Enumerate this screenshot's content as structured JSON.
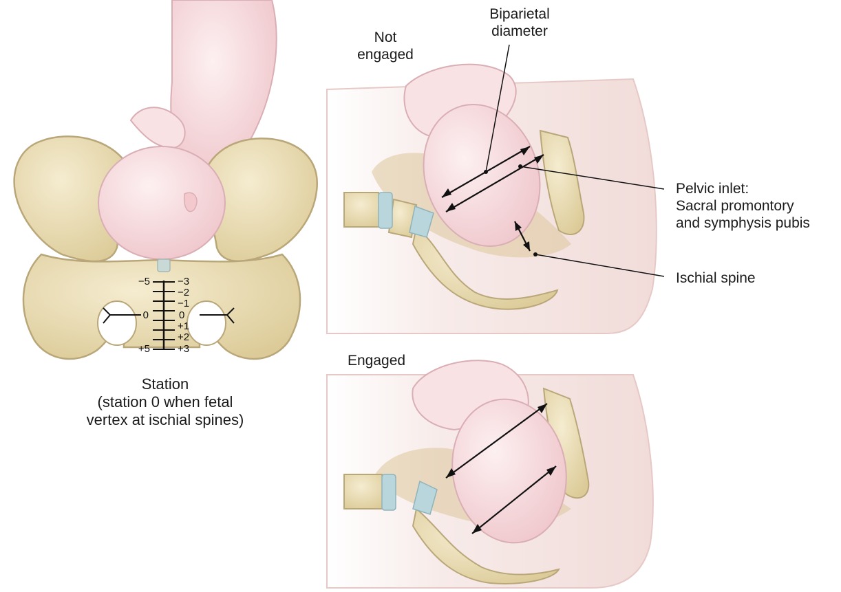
{
  "labels": {
    "not_engaged_l1": "Not",
    "not_engaged_l2": "engaged",
    "biparietal_l1": "Biparietal",
    "biparietal_l2": "diameter",
    "pelvic_inlet_l1": "Pelvic inlet:",
    "pelvic_inlet_l2": "Sacral promontory",
    "pelvic_inlet_l3": "and symphysis pubis",
    "ischial_spine": "Ischial spine",
    "engaged": "Engaged",
    "station_l1": "Station",
    "station_l2": "(station 0 when fetal",
    "station_l3": "vertex at ischial spines)"
  },
  "station_scale": {
    "left_ticks": [
      "−5",
      "0",
      "+5"
    ],
    "right_ticks": [
      "−3",
      "−2",
      "−1",
      "0",
      "+1",
      "+2",
      "+3"
    ]
  },
  "colors": {
    "bone": "#e9dcb4",
    "bone_outline": "#b9a77a",
    "skin": "#f6dadd",
    "skin_outline": "#d9aeb4",
    "disc": "#b9d6dc",
    "body_bg": "#f3e3e1"
  }
}
